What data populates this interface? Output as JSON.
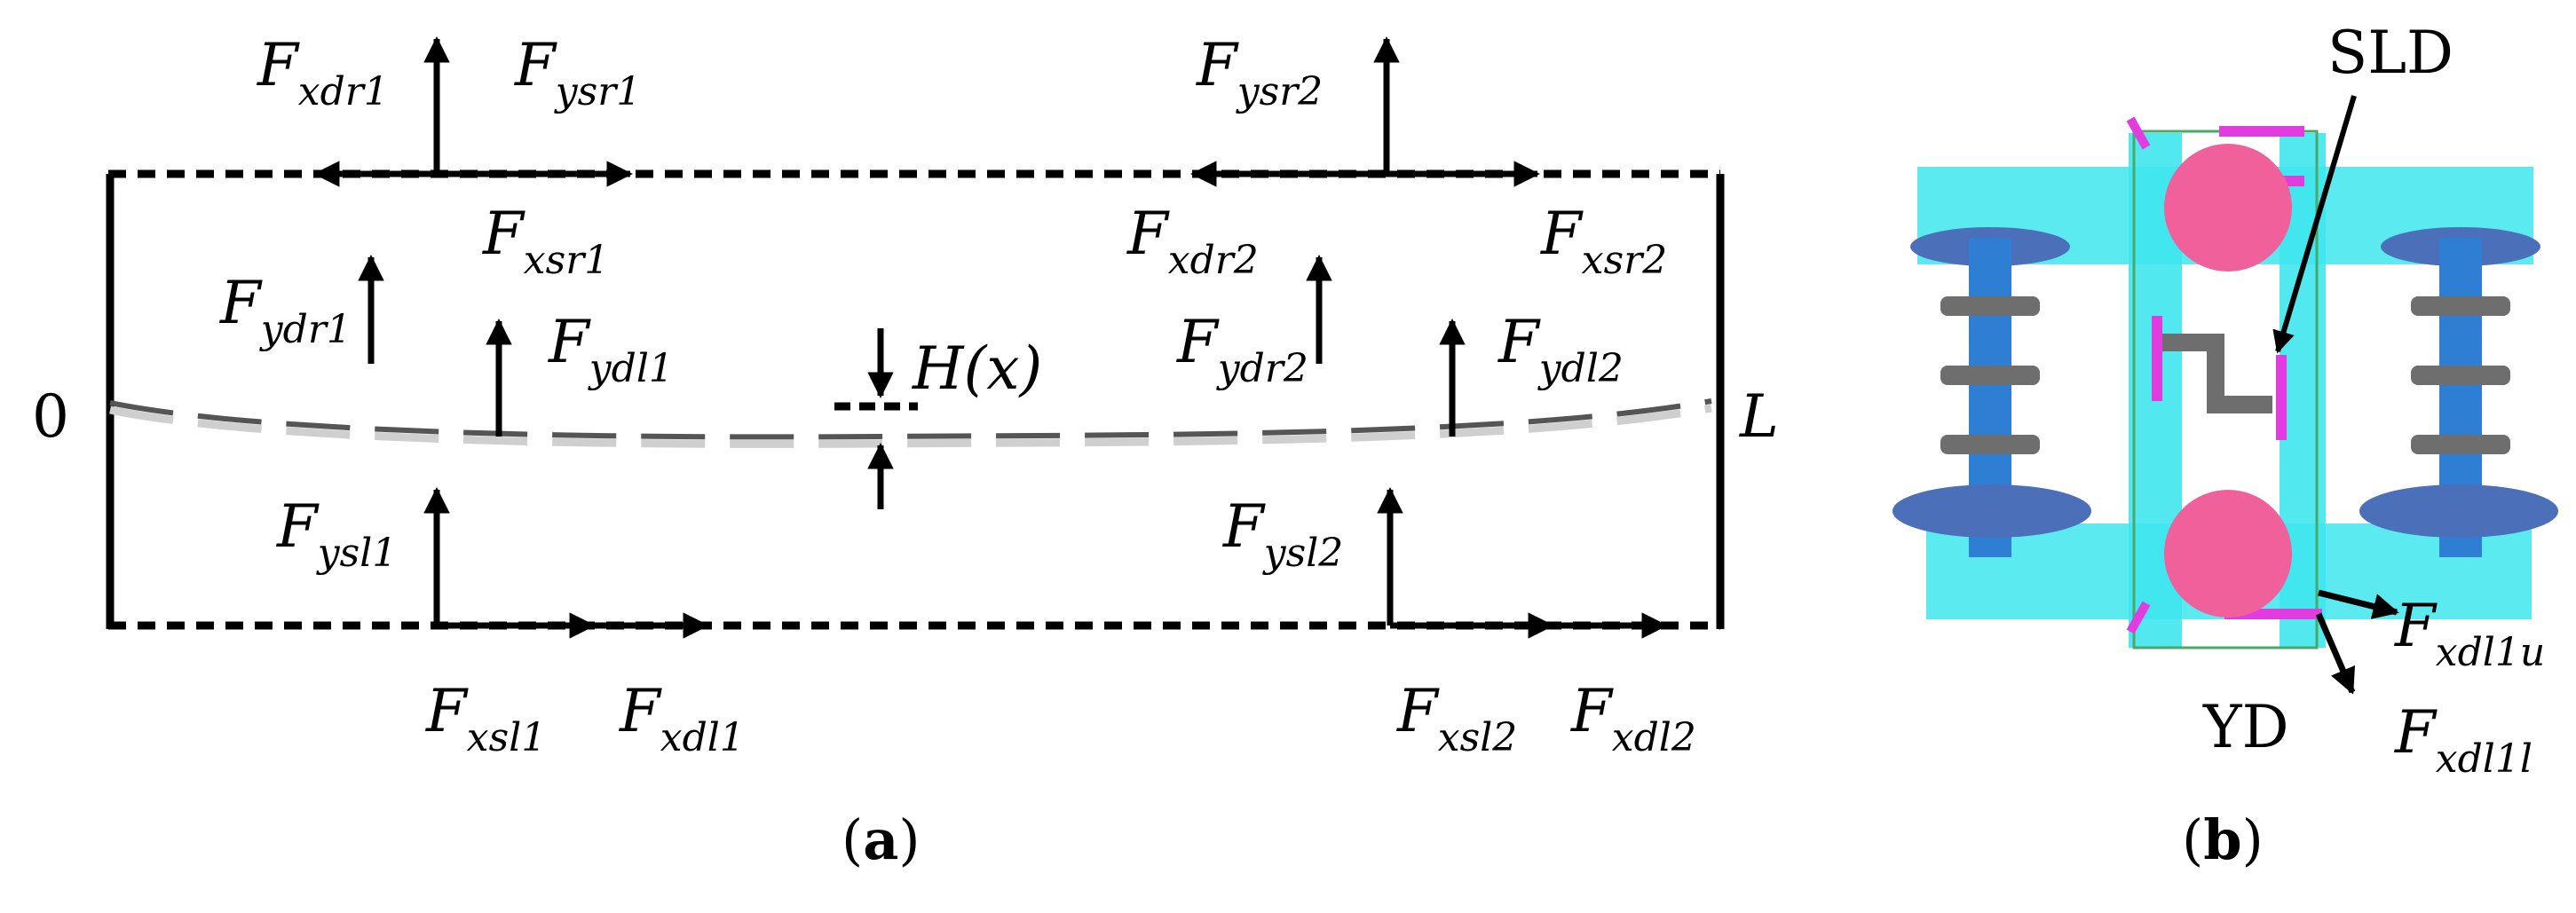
{
  "panel_a": {
    "caption_open": "(",
    "caption_letter": "a",
    "caption_close": ")",
    "origin_label": "0",
    "end_label": "L",
    "gap_main": "H",
    "gap_var": "(x)",
    "forces": [
      {
        "main": "F",
        "sub": "xdr1"
      },
      {
        "main": "F",
        "sub": "ysr1"
      },
      {
        "main": "F",
        "sub": "xsr1"
      },
      {
        "main": "F",
        "sub": "ysr2"
      },
      {
        "main": "F",
        "sub": "xdr2"
      },
      {
        "main": "F",
        "sub": "xsr2"
      },
      {
        "main": "F",
        "sub": "ydr1"
      },
      {
        "main": "F",
        "sub": "ydl1"
      },
      {
        "main": "F",
        "sub": "ydr2"
      },
      {
        "main": "F",
        "sub": "ydl2"
      },
      {
        "main": "F",
        "sub": "ysl1"
      },
      {
        "main": "F",
        "sub": "ysl2"
      },
      {
        "main": "F",
        "sub": "xsl1"
      },
      {
        "main": "F",
        "sub": "xdl1"
      },
      {
        "main": "F",
        "sub": "xsl2"
      },
      {
        "main": "F",
        "sub": "xdl2"
      }
    ]
  },
  "panel_b": {
    "caption_open": "(",
    "caption_letter": "b",
    "caption_close": ")",
    "sld_label": "SLD",
    "yd_label": "YD",
    "force_u": {
      "main": "F",
      "sub": "xdl1u"
    },
    "force_l": {
      "main": "F",
      "sub": "xdl1l"
    }
  },
  "colors": {
    "cyan_frame": "#3fe6ee",
    "blue_spring": "#2e7fd4",
    "pink_ball": "#f0609a",
    "magenta_damper": "#e23ce0",
    "grey_spring": "#6e6e6e"
  }
}
